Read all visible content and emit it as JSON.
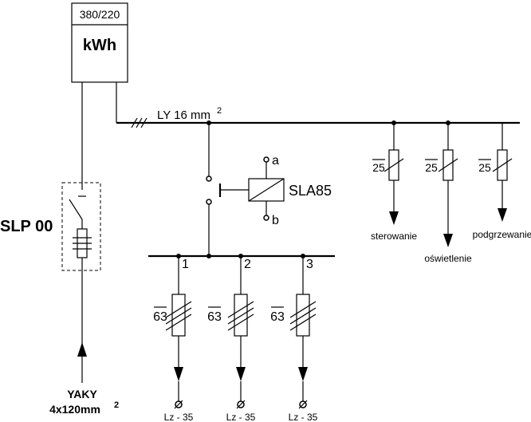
{
  "meter": {
    "voltage": "380/220",
    "unit": "kWh"
  },
  "incoming_switch": {
    "label": "SLP 00"
  },
  "supply_cable": {
    "type": "YAKY",
    "section": "4x120mm",
    "section_exp": "2"
  },
  "main_bus": {
    "label": "LY 16 mm",
    "label_exp": "2"
  },
  "contactor": {
    "label": "SLA85",
    "terminal_a": "a",
    "terminal_b": "b"
  },
  "control_circuits": [
    {
      "rating": "25",
      "name": "sterowanie"
    },
    {
      "rating": "25",
      "name": "oświetlenie"
    },
    {
      "rating": "25",
      "name": "podgrzewanie"
    }
  ],
  "outgoing_circuits": [
    {
      "number": "1",
      "rating": "63",
      "cable": "Lz - 35"
    },
    {
      "number": "2",
      "rating": "63",
      "cable": "Lz - 35"
    },
    {
      "number": "3",
      "rating": "63",
      "cable": "Lz - 35"
    }
  ]
}
